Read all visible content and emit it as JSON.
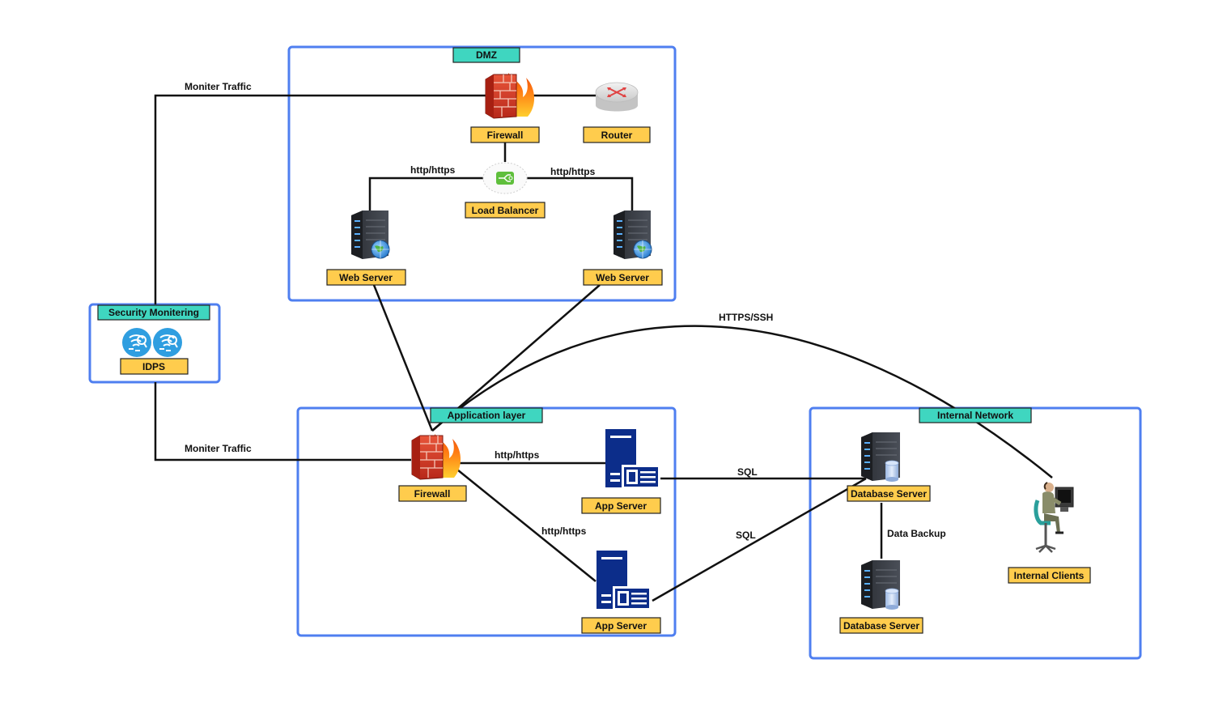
{
  "zones": {
    "dmz": "DMZ",
    "app": "Application layer",
    "internal": "Internal Network",
    "security": "Security Monitering"
  },
  "nodes": {
    "dmz_firewall": "Firewall",
    "router": "Router",
    "load_balancer": "Load Balancer",
    "web_server_1": "Web Server",
    "web_server_2": "Web Server",
    "idps": "IDPS",
    "app_firewall": "Firewall",
    "app_server_1": "App Server",
    "app_server_2": "App Server",
    "db_server_1": "Database Server",
    "db_server_2": "Database Server",
    "internal_clients": "Internal Clients"
  },
  "edges": {
    "monitor_top": "Moniter Traffic",
    "monitor_bottom": "Moniter Traffic",
    "lb_web1": "http/https",
    "lb_web2": "http/https",
    "https_ssh": "HTTPS/SSH",
    "fw_app1": "http/https",
    "fw_app2": "http/https",
    "sql_1": "SQL",
    "sql_2": "SQL",
    "backup": "Data Backup"
  },
  "icons": {
    "firewall": "firewall-icon",
    "router": "router-icon",
    "load_balancer": "load-balancer-icon",
    "web_server": "web-server-icon",
    "idps": "idps-icon",
    "app_server": "app-server-icon",
    "database_server": "database-server-icon",
    "client": "workstation-user-icon"
  },
  "colors": {
    "zone_border": "#4f7ff0",
    "zone_label": "#3fd6c0",
    "node_label": "#ffcc4d",
    "connector": "#111111"
  }
}
